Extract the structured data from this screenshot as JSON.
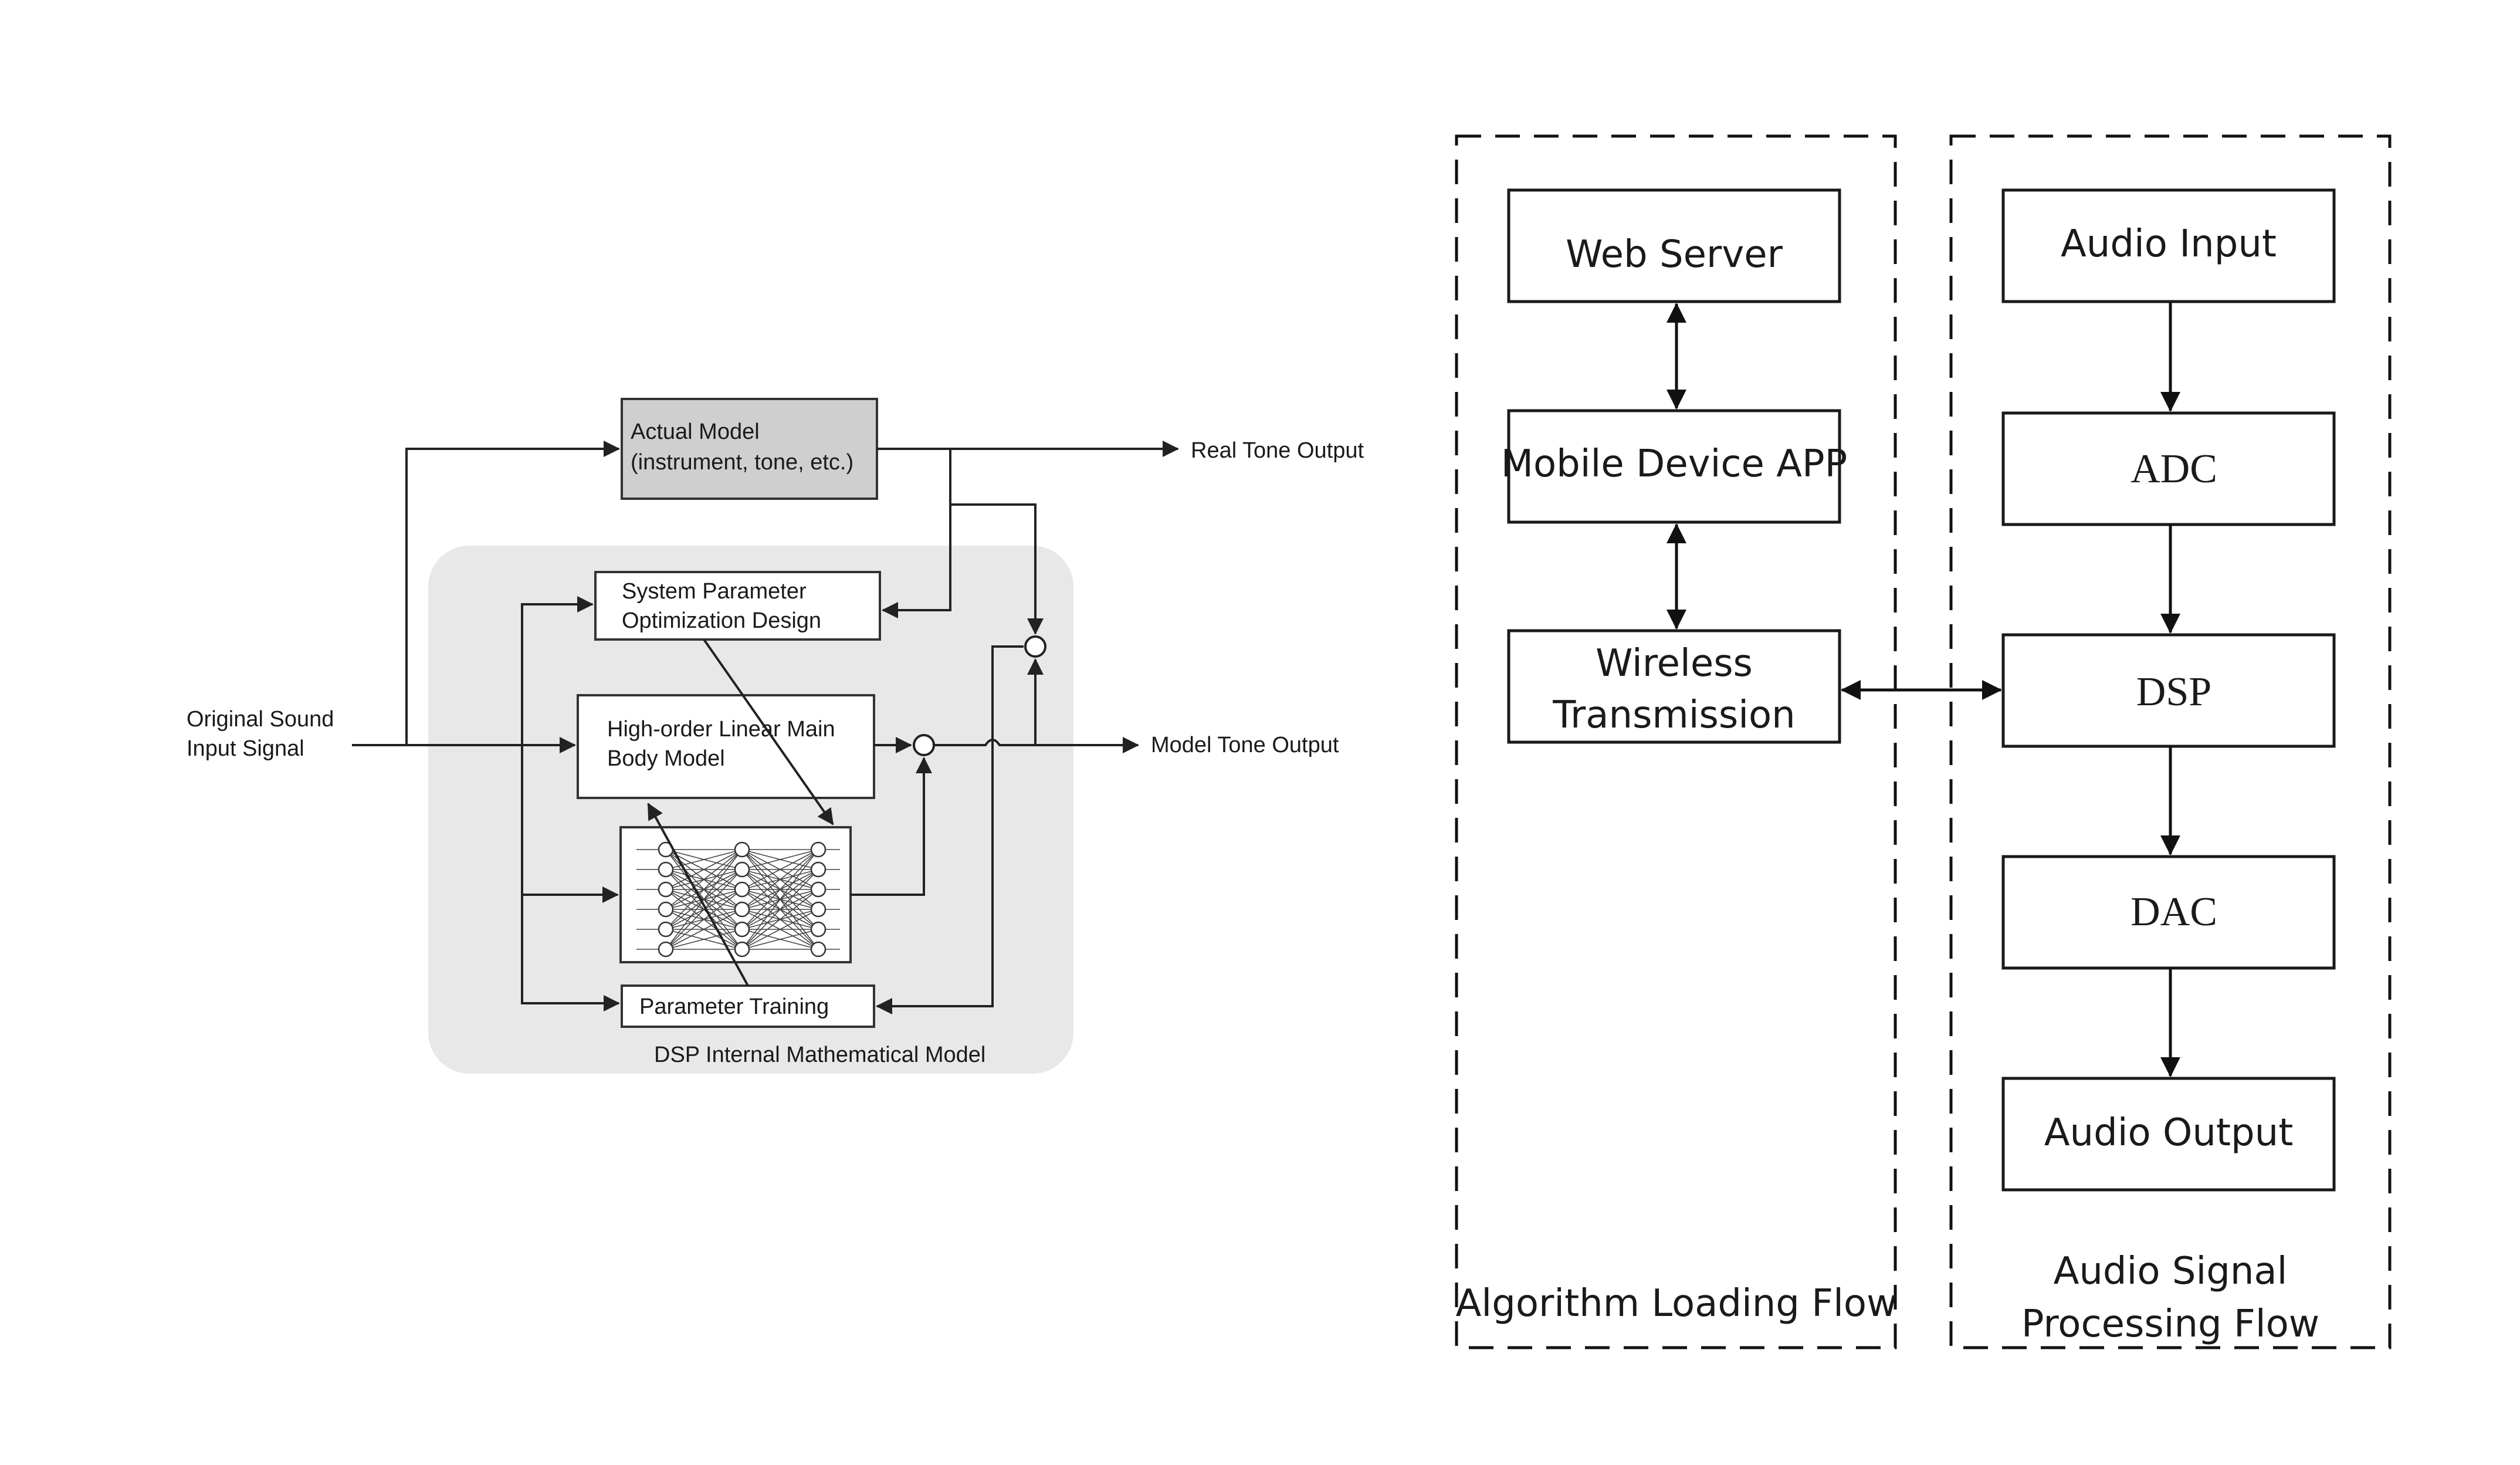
{
  "left_diagram": {
    "input_label": [
      "Original Sound",
      "Input Signal"
    ],
    "actual_model": [
      "Actual Model",
      "(instrument, tone, etc.)"
    ],
    "real_output": "Real Tone Output",
    "optimization": [
      "System Parameter",
      "Optimization Design"
    ],
    "linear_model": [
      "High-order Linear Main",
      "Body Model"
    ],
    "model_output": "Model Tone Output",
    "training": "Parameter Training",
    "dsp_internal": "DSP Internal Mathematical Model"
  },
  "right_diagram": {
    "algorithm_flow": {
      "web_server": "Web Server",
      "mobile_app": "Mobile Device APP",
      "wireless": [
        "Wireless",
        "Transmission"
      ],
      "caption": "Algorithm Loading Flow"
    },
    "audio_flow": {
      "audio_input": "Audio Input",
      "adc": "ADC",
      "dsp": "DSP",
      "dac": "DAC",
      "audio_output": "Audio Output",
      "caption": [
        "Audio Signal",
        "Processing Flow"
      ]
    }
  },
  "colors": {
    "dsp_region": "#e8e8e8",
    "actual_model_fill": "#cfcfcf",
    "stroke": "#1a1a1a"
  }
}
